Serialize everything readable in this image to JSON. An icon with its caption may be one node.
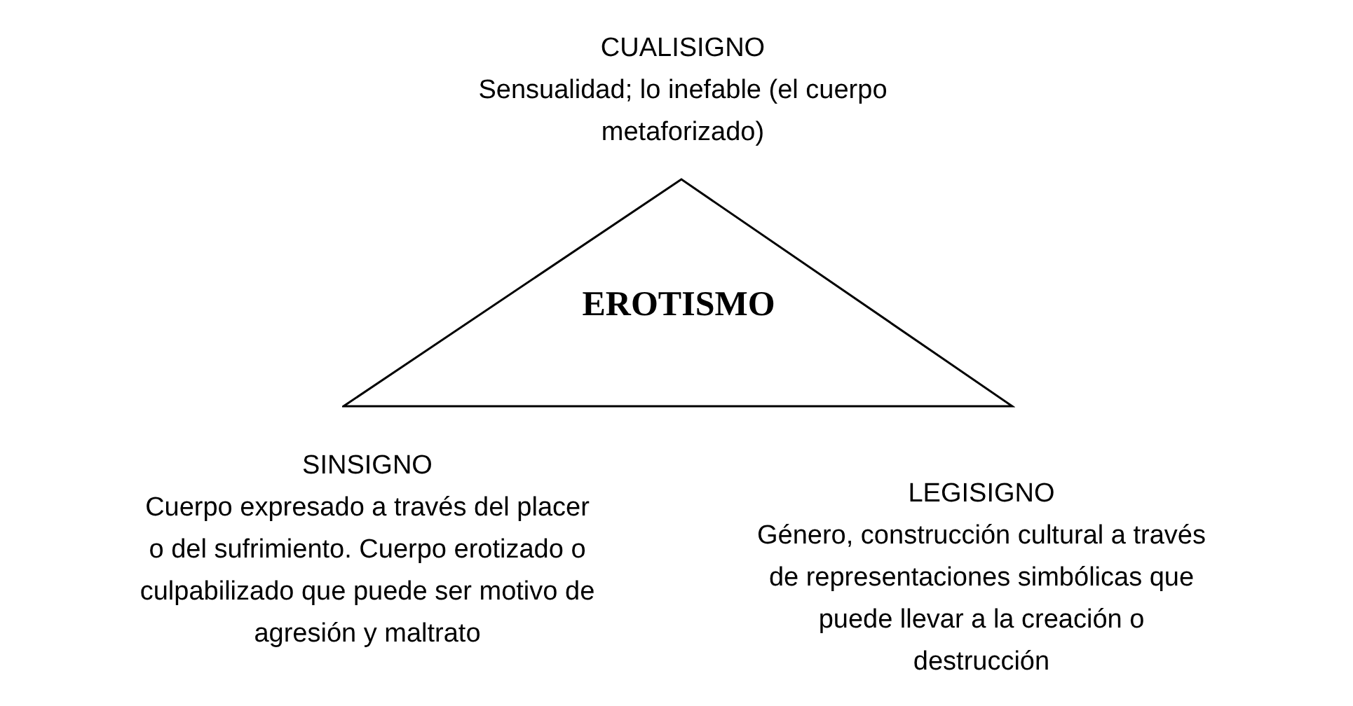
{
  "diagram": {
    "nodes": [
      {
        "text": [
          "EROTISMO"
        ]
      }
    ],
    "labels": [
      "CUALISIGNO",
      "Sensualidad; lo inefable (el cuerpo metaforizado)",
      "SINSIGNO",
      "Cuerpo expresado a través del placer o del sufrimiento. Cuerpo erotizado o culpabilizado que puede ser motivo de agresión y maltrato",
      "LEGISIGNO",
      "Género, construcción cultural a través de representaciones simbólicas que puede llevar a la creación o destrucción"
    ]
  }
}
